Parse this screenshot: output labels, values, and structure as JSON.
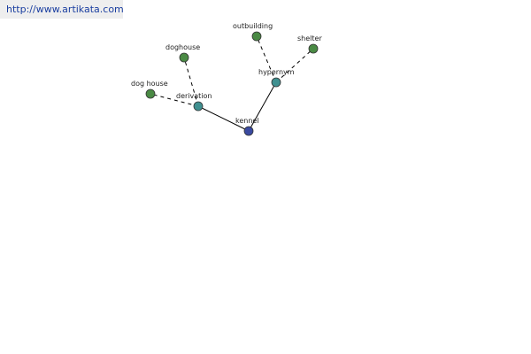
{
  "site": {
    "url": "http://www.artikata.com",
    "url_color": "#1a3ea0"
  },
  "graph": {
    "colors": {
      "root": "#3a4aa0",
      "relation": "#3f9090",
      "word": "#4a8a44",
      "node_stroke": "#333333",
      "edge": "#000000"
    },
    "nodes": [
      {
        "id": "kennel",
        "label": "kennel",
        "kind": "root"
      },
      {
        "id": "derivation",
        "label": "derivation",
        "kind": "relation"
      },
      {
        "id": "hypernym",
        "label": "hypernym",
        "kind": "relation"
      },
      {
        "id": "doghouse",
        "label": "doghouse",
        "kind": "word"
      },
      {
        "id": "dog-house",
        "label": "dog house",
        "kind": "word"
      },
      {
        "id": "outbuilding",
        "label": "outbuilding",
        "kind": "word"
      },
      {
        "id": "shelter",
        "label": "shelter",
        "kind": "word"
      }
    ],
    "edges": [
      {
        "from": "kennel",
        "to": "derivation",
        "style": "solid"
      },
      {
        "from": "kennel",
        "to": "hypernym",
        "style": "solid"
      },
      {
        "from": "derivation",
        "to": "doghouse",
        "style": "dashed"
      },
      {
        "from": "derivation",
        "to": "dog-house",
        "style": "dashed"
      },
      {
        "from": "hypernym",
        "to": "outbuilding",
        "style": "dashed"
      },
      {
        "from": "hypernym",
        "to": "shelter",
        "style": "dashed"
      }
    ]
  }
}
